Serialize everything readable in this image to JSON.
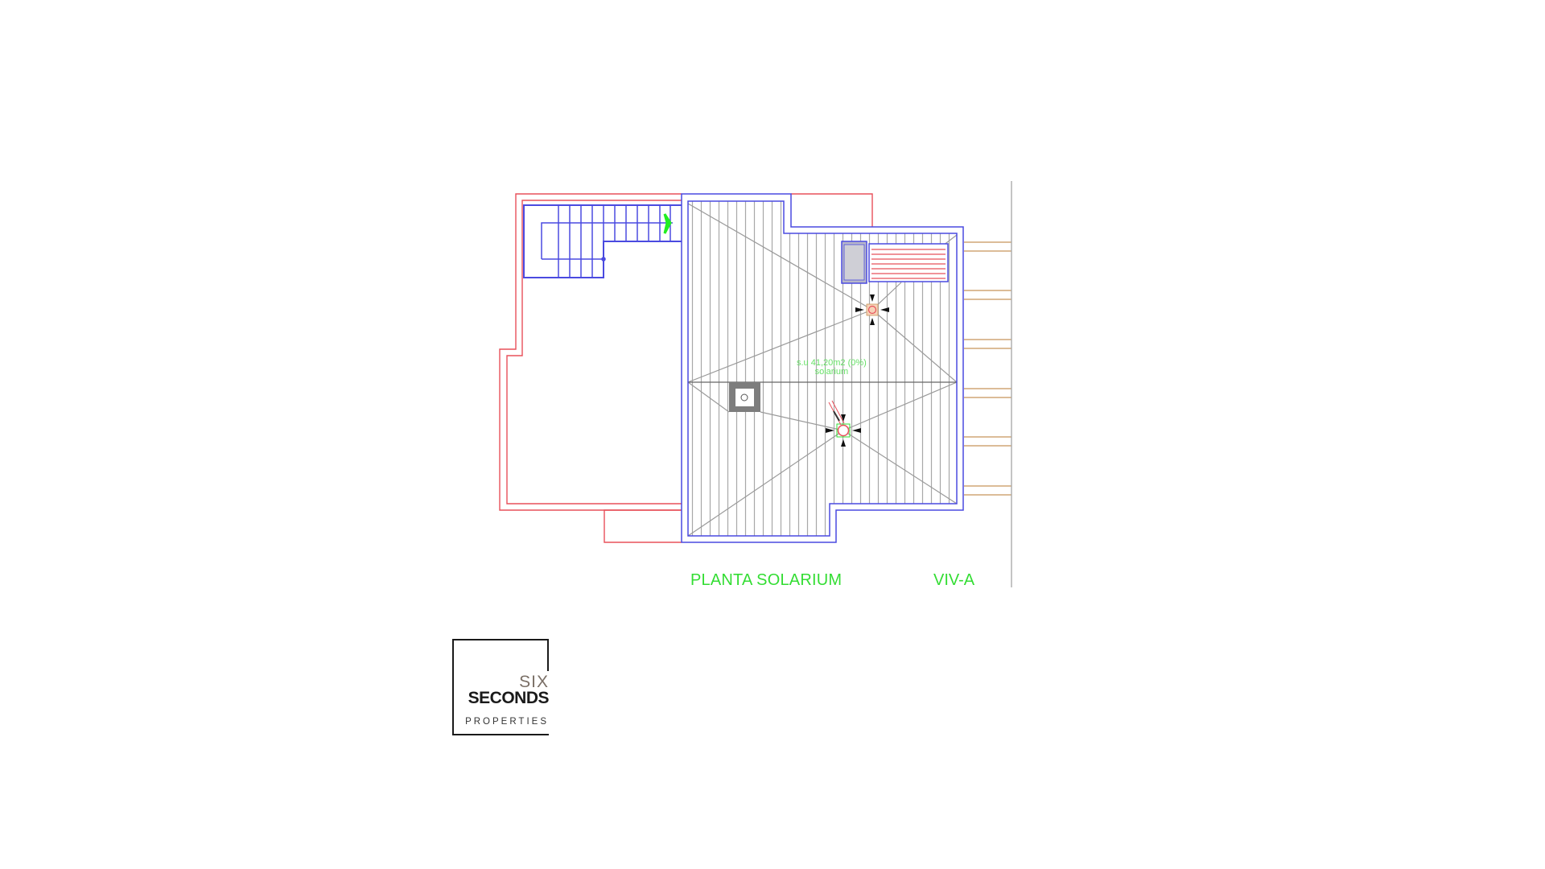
{
  "drawing": {
    "title": "PLANTA SOLARIUM",
    "unit": "VIV-A",
    "area_label_line1": "s.u 41,20m2 (0%)",
    "area_label_line2": "solarium",
    "colors": {
      "outline_red": "#e8505a",
      "wall_blue": "#4a4ae0",
      "hatch_gray": "#a8a8a8",
      "label_green": "#33dd33",
      "rail_brown": "#c8945a",
      "stair_arrow": "#22ee22"
    },
    "elements": [
      "staircase",
      "roof-terrace-hatch",
      "drain",
      "drain",
      "chimney",
      "shower",
      "bench",
      "railing"
    ]
  },
  "logo": {
    "line1": "SIX",
    "line2": "SECONDS",
    "line3": "PROPERTIES"
  }
}
